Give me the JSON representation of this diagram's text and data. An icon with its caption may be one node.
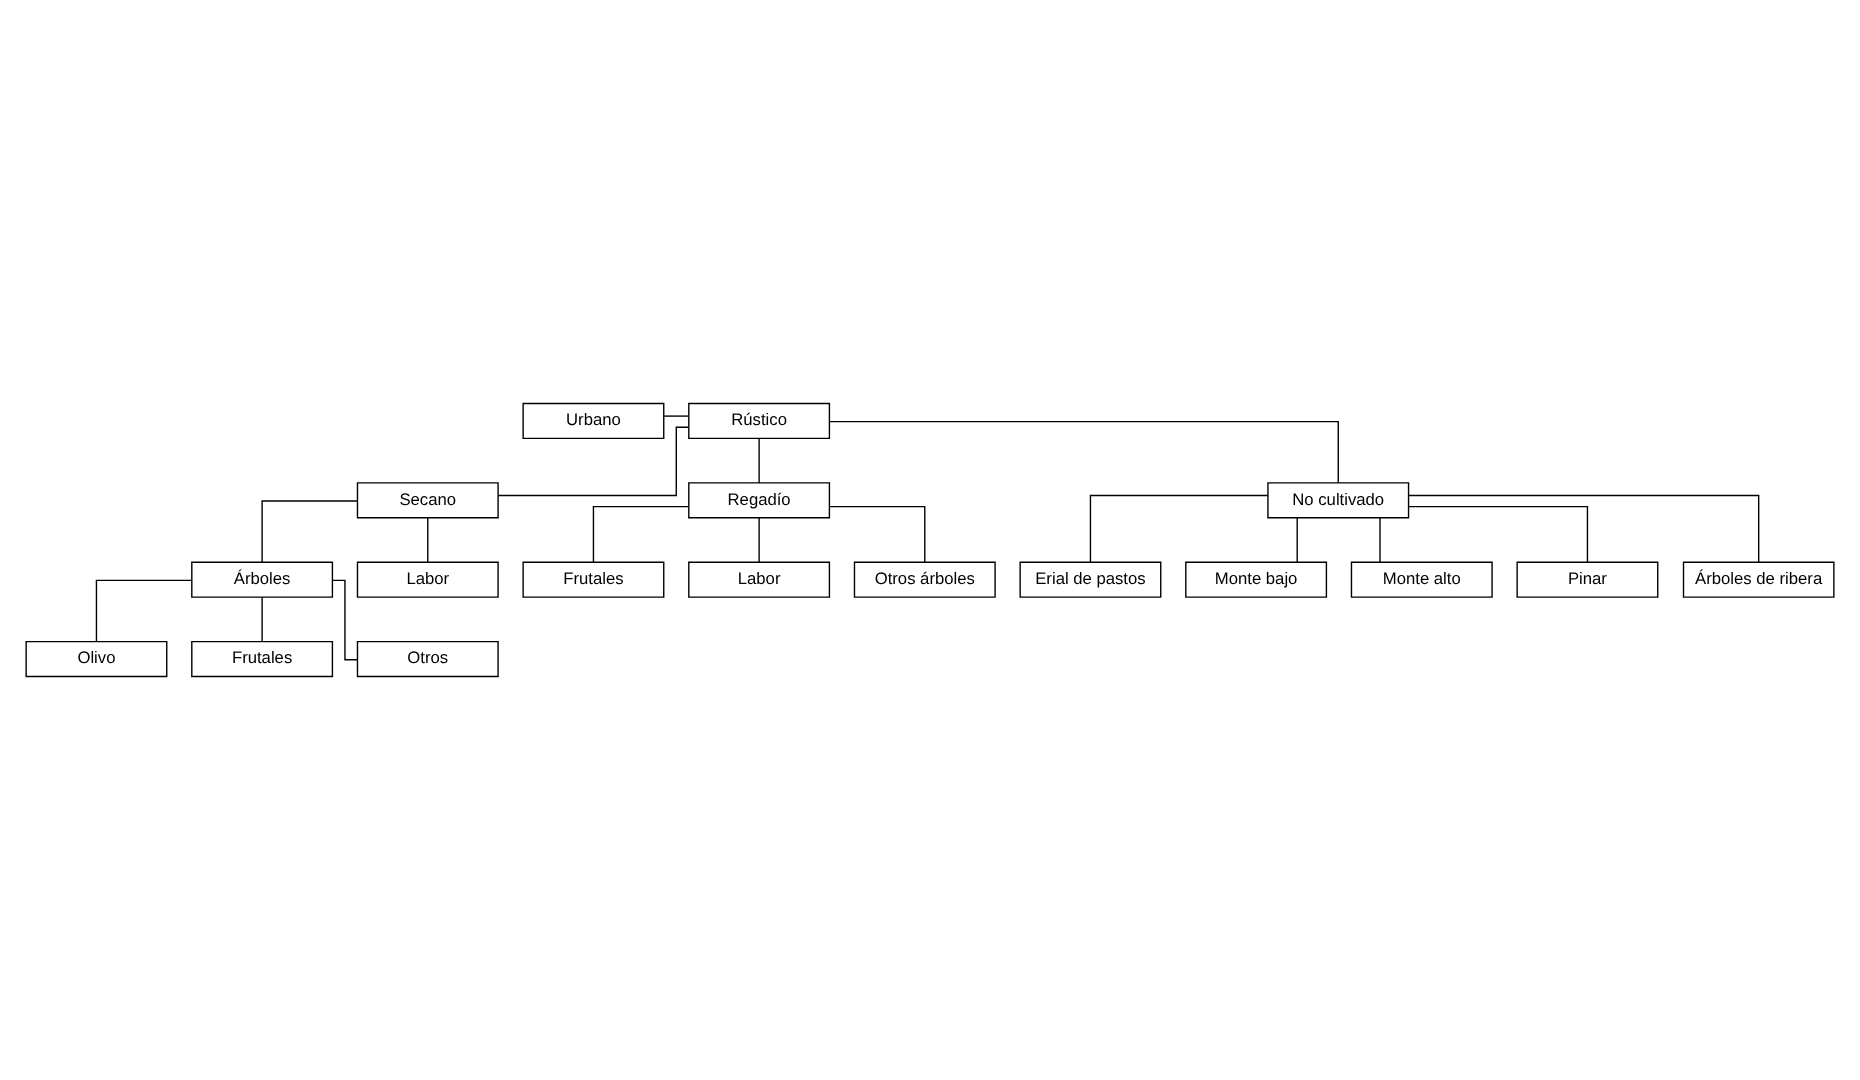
{
  "diagram": {
    "nodes": [
      {
        "text": [
          "Urbano"
        ]
      },
      {
        "text": [
          "Rústico"
        ]
      },
      {
        "text": [
          "Secano"
        ]
      },
      {
        "text": [
          "Regadío"
        ]
      },
      {
        "text": [
          "Árboles"
        ]
      },
      {
        "text": [
          "Labor"
        ]
      },
      {
        "text": [
          "Frutales"
        ]
      },
      {
        "text": [
          "Labor"
        ]
      },
      {
        "text": [
          "Olivo"
        ]
      },
      {
        "text": [
          "Frutales"
        ]
      },
      {
        "text": [
          "Otros árboles"
        ]
      },
      {
        "text": [
          "Otros"
        ]
      },
      {
        "text": [
          "No cultivado"
        ]
      },
      {
        "text": [
          "Erial de pastos"
        ]
      },
      {
        "text": [
          "Monte bajo"
        ]
      },
      {
        "text": [
          "Monte alto"
        ]
      },
      {
        "text": [
          "Pinar"
        ]
      },
      {
        "text": [
          "Árboles de ribera"
        ]
      }
    ],
    "edges": [
      {
        "from": 0,
        "to": 1,
        "arrow": "none"
      },
      {
        "from": 1,
        "to": 2,
        "arrow": "none"
      },
      {
        "from": 1,
        "to": 3,
        "arrow": "none"
      },
      {
        "from": 1,
        "to": 12,
        "arrow": "none"
      },
      {
        "from": 2,
        "to": 4,
        "arrow": "none"
      },
      {
        "from": 2,
        "to": 5,
        "arrow": "none"
      },
      {
        "from": 3,
        "to": 6,
        "arrow": "none"
      },
      {
        "from": 3,
        "to": 7,
        "arrow": "none"
      },
      {
        "from": 3,
        "to": 10,
        "arrow": "none"
      },
      {
        "from": 4,
        "to": 8,
        "arrow": "none"
      },
      {
        "from": 4,
        "to": 9,
        "arrow": "none"
      },
      {
        "from": 4,
        "to": 11,
        "arrow": "none"
      },
      {
        "from": 12,
        "to": 13,
        "arrow": "none"
      },
      {
        "from": 12,
        "to": 14,
        "arrow": "none"
      },
      {
        "from": 12,
        "to": 15,
        "arrow": "none"
      },
      {
        "from": 12,
        "to": 16,
        "arrow": "none"
      },
      {
        "from": 12,
        "to": 17,
        "arrow": "none"
      }
    ]
  }
}
